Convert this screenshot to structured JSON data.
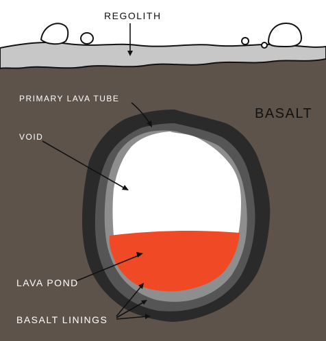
{
  "labels": {
    "regolith": "REGOLITH",
    "primary_lava_tube": "PRIMARY LAVA TUBE",
    "basalt": "BASALT",
    "void": "VOID",
    "lava_pond": "LAVA POND",
    "basalt_linings": "BASALT LININGS"
  },
  "colors": {
    "sky": "#ffffff",
    "regolith": "#c7c7c7",
    "basalt": "#5e534b",
    "outer_lining": "#2a2a2a",
    "middle_lining": "#555555",
    "inner_lining": "#8e8e8e",
    "void": "#ffffff",
    "lava": "#ef4a25",
    "label_text": "#ffffff",
    "ink": "#111111"
  }
}
